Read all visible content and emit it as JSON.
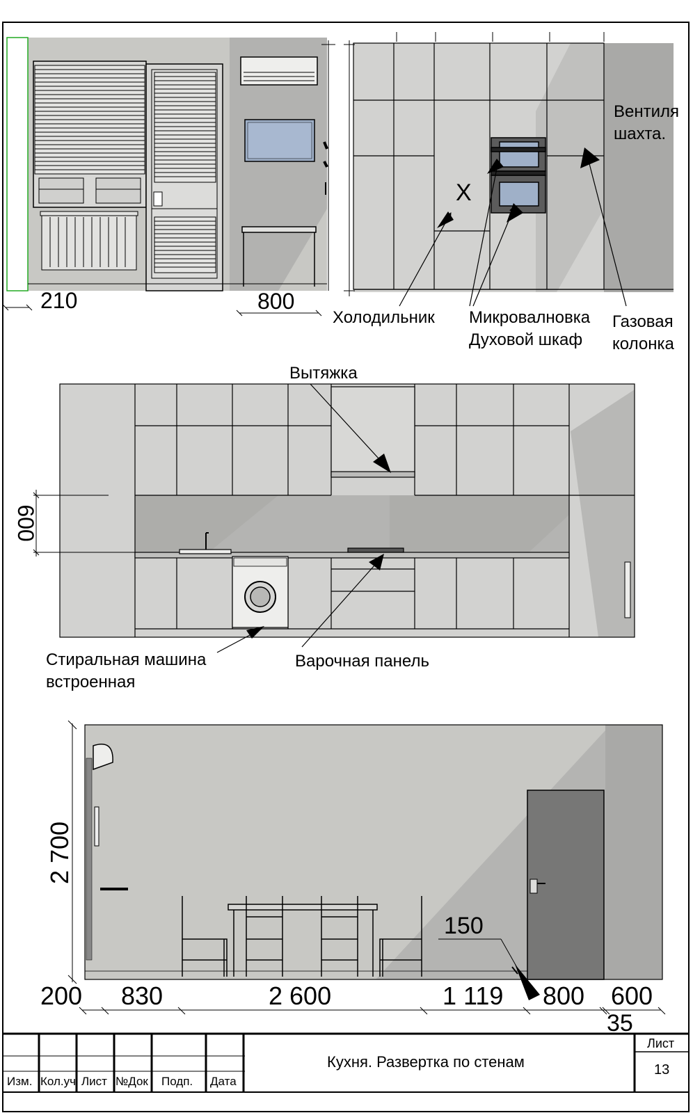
{
  "dimensions": {
    "top_left_a": "210",
    "top_left_b": "800",
    "middle_left": "600",
    "bottom_height": "2 700",
    "bottom_150": "150",
    "bottom_200": "200",
    "bottom_830": "830",
    "bottom_2600": "2 600",
    "bottom_1119": "1 119",
    "bottom_800": "800",
    "bottom_600": "600",
    "bottom_35": "35"
  },
  "labels": {
    "x_mark": "X",
    "ventilation_1": "Вентиля",
    "ventilation_2": "шахта.",
    "fridge": "Холодильник",
    "microwave": "Микровалновка",
    "oven": "Духовой шкаф",
    "gas_1": "Газовая",
    "gas_2": "колонка",
    "hood": "Вытяжка",
    "washer_1": "Стиральная машина",
    "washer_2": "встроенная",
    "hob": "Варочная панель"
  },
  "title_block": {
    "headers": [
      "Изм.",
      "Кол.уч",
      "Лист",
      "№Док",
      "Подп.",
      "Дата"
    ],
    "title": "Кухня. Развертка по стенам",
    "sheet_label": "Лист",
    "sheet_number": "13"
  },
  "colors": {
    "wall": "#c8c8c4",
    "cabinet": "#d2d2d0",
    "shadow": "#a9a9a7",
    "dark": "#8a8a88",
    "door": "#777776",
    "window_glass": "#9fb0c8"
  }
}
